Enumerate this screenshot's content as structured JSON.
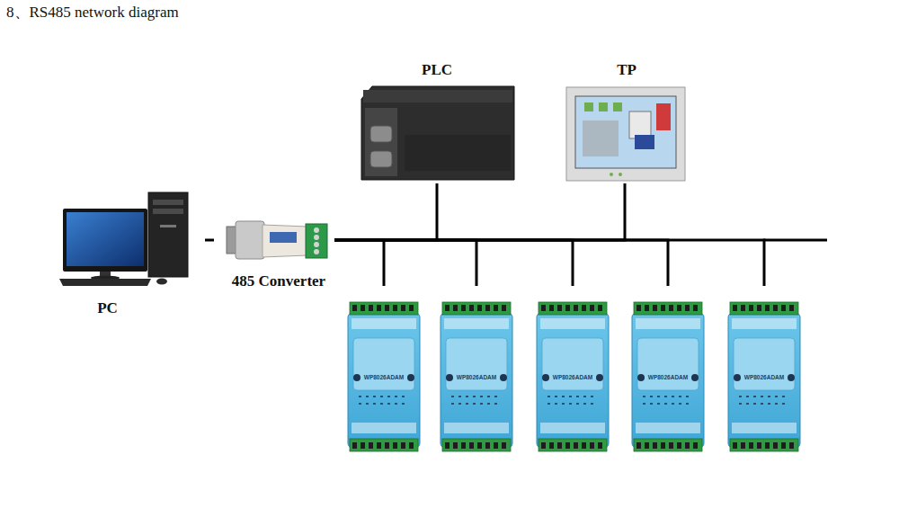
{
  "diagram": {
    "title": "8、RS485 network diagram",
    "nodes": [
      {
        "text": [
          "PC"
        ]
      },
      {
        "text": [
          "485 Converter"
        ]
      },
      {
        "text": [
          "PLC"
        ]
      },
      {
        "text": [
          "TP"
        ]
      },
      {
        "text": [
          "WP8026ADAM"
        ]
      },
      {
        "text": [
          "WP8026ADAM"
        ]
      },
      {
        "text": [
          "WP8026ADAM"
        ]
      },
      {
        "text": [
          "WP8026ADAM"
        ]
      },
      {
        "text": [
          "WP8026ADAM"
        ]
      }
    ],
    "edges": [
      {
        "from": 0,
        "to": 1,
        "arrow": "none"
      },
      {
        "from": 1,
        "to": 2,
        "arrow": "none"
      },
      {
        "from": 1,
        "to": 3,
        "arrow": "none"
      },
      {
        "from": 1,
        "to": 4,
        "arrow": "none"
      },
      {
        "from": 1,
        "to": 5,
        "arrow": "none"
      },
      {
        "from": 1,
        "to": 6,
        "arrow": "none"
      },
      {
        "from": 1,
        "to": 7,
        "arrow": "none"
      },
      {
        "from": 1,
        "to": 8,
        "arrow": "none"
      }
    ]
  }
}
